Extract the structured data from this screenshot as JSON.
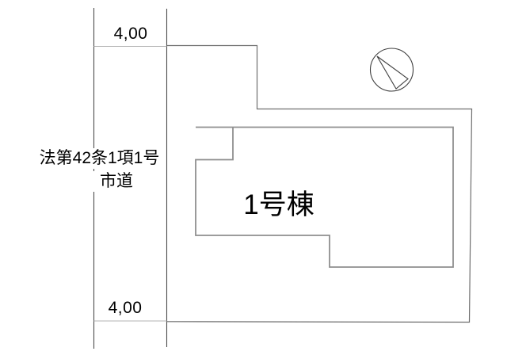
{
  "drawing": {
    "type": "site-plan",
    "background": "#ffffff",
    "labels": {
      "road_width_top": "4,00",
      "road_width_bottom": "4,00",
      "road_designation_line1": "法第42条1項1号",
      "road_designation_line2": "市道",
      "building_name": "1号棟"
    },
    "icons": {
      "north_arrow": "north-arrow-compass"
    },
    "colors": {
      "road_line": "#4d4d4d",
      "dimension_line": "#b3b3b3",
      "site_boundary": "#6f6f6f",
      "building_outline": "#8f8f8f",
      "compass_line": "#3f3f3f",
      "text": "#000000"
    }
  }
}
